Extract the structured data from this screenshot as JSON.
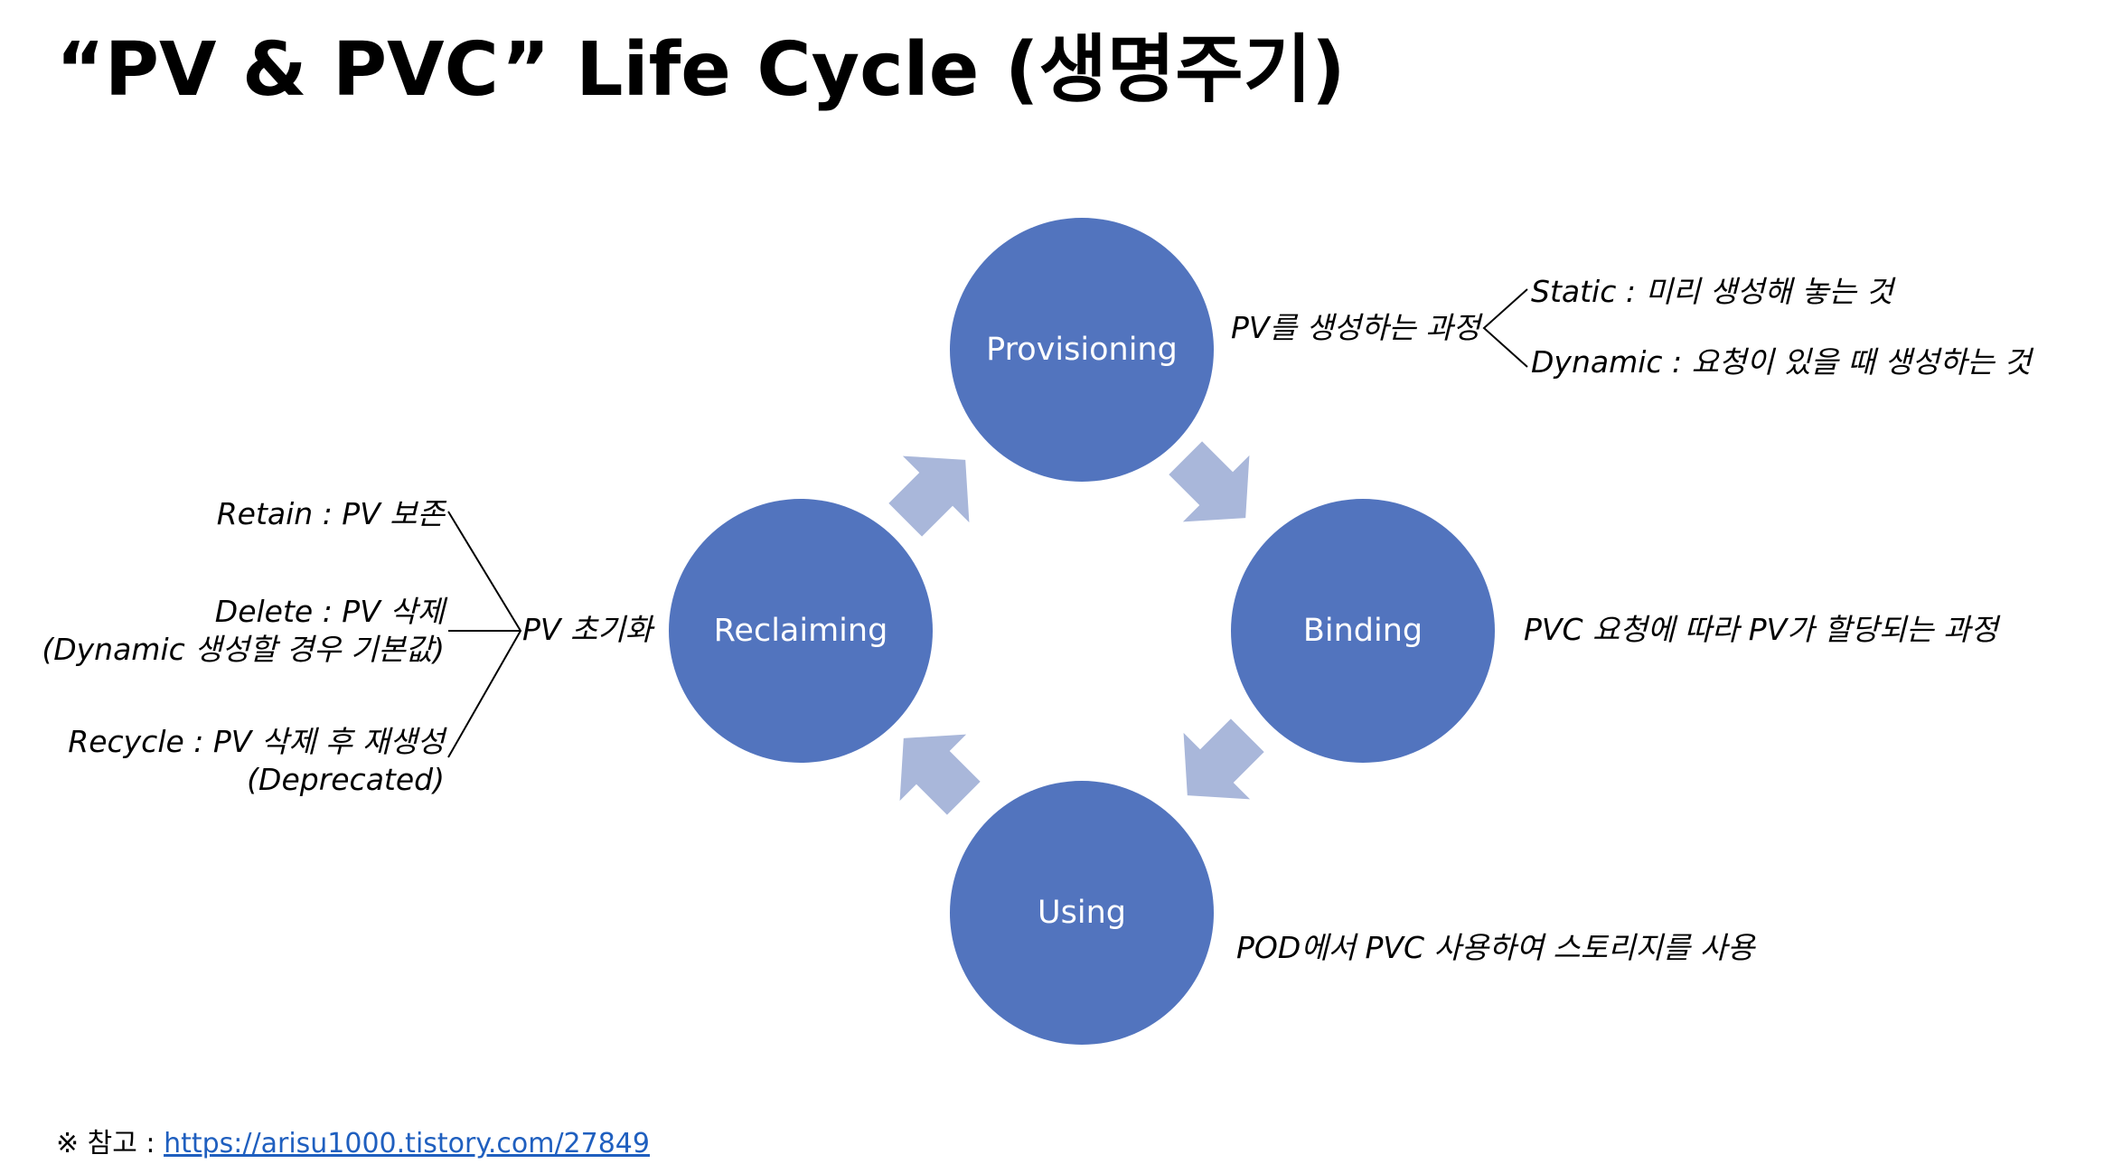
{
  "title": "“PV & PVC” Life Cycle (생명주기)",
  "colors": {
    "node": "#5274BE",
    "arrow": "#A9B7DA",
    "line": "#000000"
  },
  "nodes": {
    "provisioning": "Provisioning",
    "binding": "Binding",
    "using": "Using",
    "reclaiming": "Reclaiming"
  },
  "annotations": {
    "provisioning": {
      "main": "PV를 생성하는 과정",
      "static": "Static : 미리 생성해 놓는 것",
      "dynamic": "Dynamic : 요청이 있을 때 생성하는 것"
    },
    "binding": "PVC 요청에 따라 PV가 할당되는 과정",
    "using": "POD에서 PVC 사용하여 스토리지를 사용",
    "reclaiming": {
      "main": "PV 초기화",
      "retain": "Retain : PV 보존",
      "delete_1": "Delete : PV 삭제",
      "delete_2": "(Dynamic 생성할 경우 기본값)",
      "recycle_1": "Recycle : PV 삭제 후 재생성",
      "recycle_2": "(Deprecated)"
    }
  },
  "footer": {
    "prefix": "※ 참고 : ",
    "link": "https://arisu1000.tistory.com/27849"
  }
}
